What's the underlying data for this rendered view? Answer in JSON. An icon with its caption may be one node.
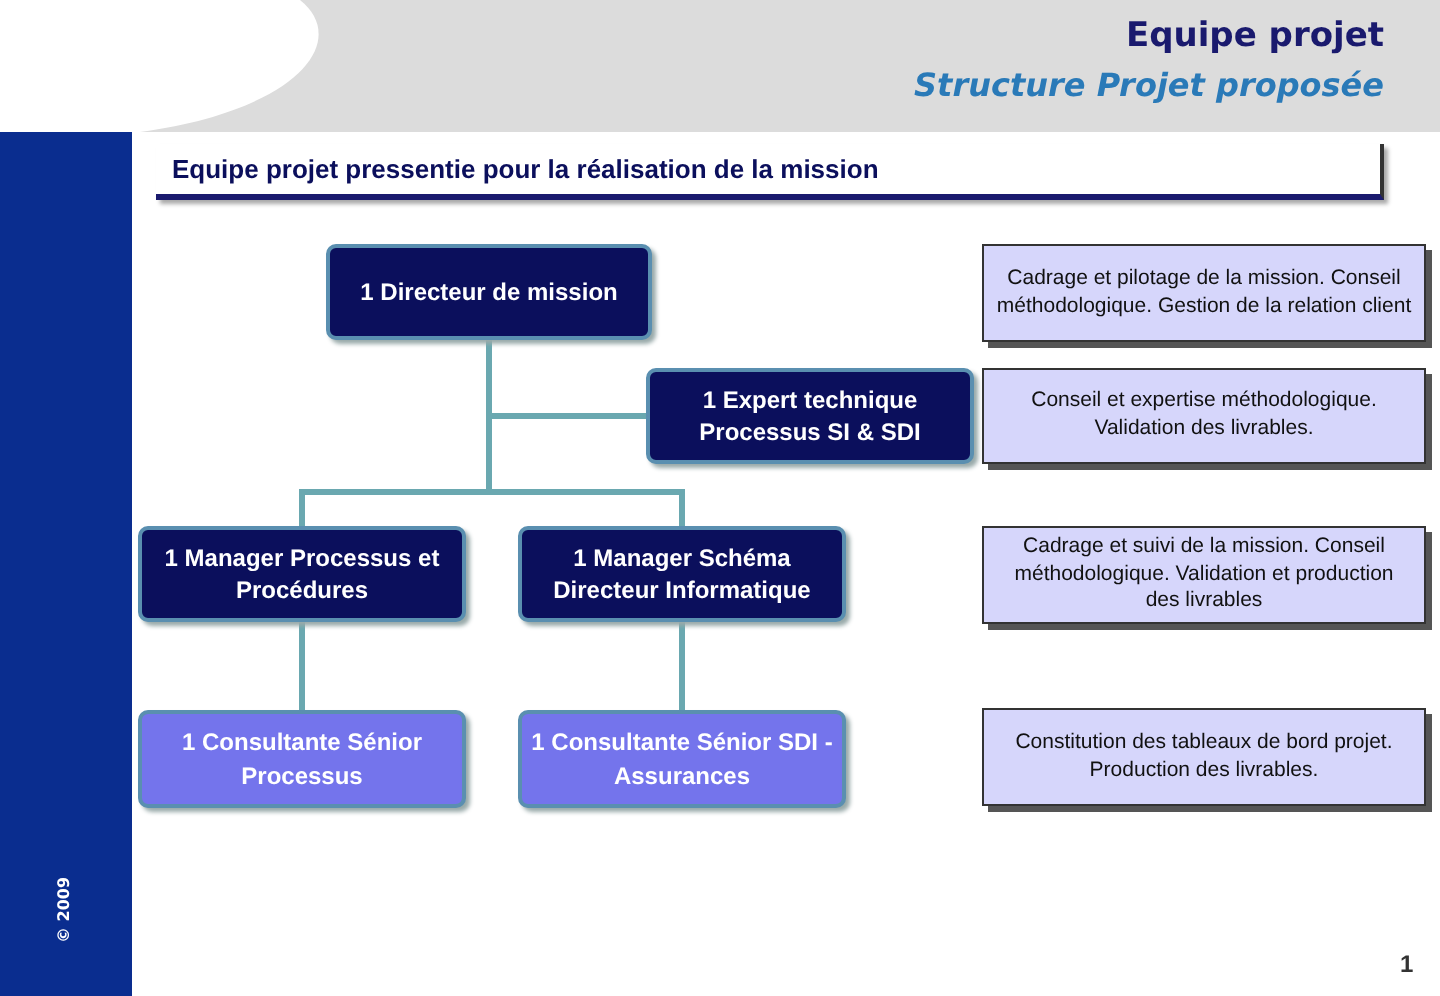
{
  "diagram": {
    "title": "Equipe projet",
    "caption": "Structure Projet proposée",
    "nodes": [
      {
        "text": [
          "1 Directeur de mission"
        ]
      },
      {
        "text": [
          "1 Expert technique Processus SI & SDI"
        ]
      },
      {
        "text": [
          "1 Manager Processus et Procédures"
        ]
      },
      {
        "text": [
          "1 Manager Schéma Directeur Informatique"
        ]
      },
      {
        "text": [
          "1 Consultante Sénior Processus"
        ]
      },
      {
        "text": [
          "1 Consultante Sénior SDI - Assurances"
        ]
      },
      {
        "text": [
          "Cadrage et pilotage de la mission. Conseil méthodologique. Gestion de la relation client"
        ]
      },
      {
        "text": [
          "Conseil et expertise méthodologique. Validation des livrables."
        ]
      },
      {
        "text": [
          "Cadrage et suivi de la mission. Conseil méthodologique. Validation et production des livrables"
        ]
      },
      {
        "text": [
          "Constitution des tableaux de bord projet. Production des livrables."
        ]
      }
    ],
    "edges": [
      {
        "from": 0,
        "to": 1,
        "arrow": "none"
      },
      {
        "from": 0,
        "to": 2,
        "arrow": "none"
      },
      {
        "from": 0,
        "to": 3,
        "arrow": "none"
      },
      {
        "from": 2,
        "to": 4,
        "arrow": "none"
      },
      {
        "from": 3,
        "to": 5,
        "arrow": "none"
      }
    ],
    "labels": [
      "Equipe projet pressentie pour la réalisation de la mission",
      "© 2009",
      "1"
    ]
  }
}
